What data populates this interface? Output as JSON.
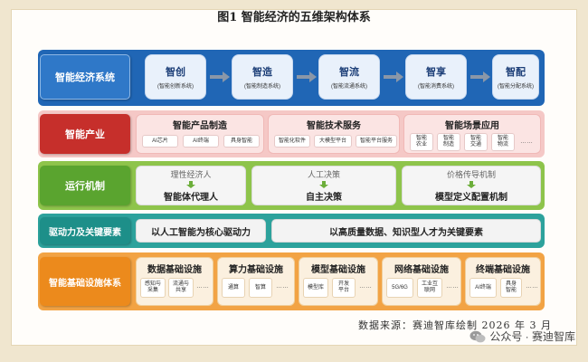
{
  "title": "图1 智能经济的五维架构体系",
  "layers": {
    "system": {
      "label": "智能经济系统",
      "items": [
        {
          "name": "智创",
          "sub": "(智能创新系统)"
        },
        {
          "name": "智造",
          "sub": "(智能制造系统)"
        },
        {
          "name": "智流",
          "sub": "(智能流通系统)"
        },
        {
          "name": "智享",
          "sub": "(智能消费系统)"
        },
        {
          "name": "智配",
          "sub": "(智能分配系统)"
        }
      ]
    },
    "industry": {
      "label": "智能产业",
      "groups": [
        {
          "title": "智能产品制造",
          "items": [
            "AI芯片",
            "AI终端",
            "具身智能"
          ]
        },
        {
          "title": "智能技术服务",
          "items": [
            "智能化软件",
            "大模型平台",
            "智能平台服务"
          ]
        },
        {
          "title": "智能场景应用",
          "items": [
            "智能\n农业",
            "智能\n制造",
            "智能\n交通",
            "智能\n物流"
          ],
          "more": "……"
        }
      ]
    },
    "mechanism": {
      "label": "运行机制",
      "items": [
        {
          "top": "理性经济人",
          "bottom": "智能体代理人"
        },
        {
          "top": "人工决策",
          "bottom": "自主决策"
        },
        {
          "top": "价格传导机制",
          "bottom": "模型定义配置机制"
        }
      ]
    },
    "drivers": {
      "label": "驱动力及关键要素",
      "items": [
        "以人工智能为核心驱动力",
        "以高质量数据、知识型人才为关键要素"
      ]
    },
    "infrastructure": {
      "label": "智能基础设施体系",
      "groups": [
        {
          "title": "数据基础设施",
          "items": [
            "感知与\n采集",
            "流通与\n共享"
          ],
          "more": "……"
        },
        {
          "title": "算力基础设施",
          "items": [
            "通算",
            "智算"
          ],
          "more": "……"
        },
        {
          "title": "模型基础设施",
          "items": [
            "模型库",
            "开发\n平台"
          ],
          "more": "……"
        },
        {
          "title": "网络基础设施",
          "items": [
            "5G/6G",
            "工业互\n联网"
          ],
          "more": "……"
        },
        {
          "title": "终端基础设施",
          "items": [
            "AI终端",
            "具身\n智能"
          ],
          "more": "……"
        }
      ]
    }
  },
  "source": "数据来源：赛迪智库绘制  2026 年 3 月",
  "wechat": "公众号 · 赛迪智库",
  "colors": {
    "system": "#2066b5",
    "industry": "#c62f2b",
    "mechanism": "#5aa42f",
    "drivers": "#1d8f89",
    "infrastructure": "#ec8a1c"
  }
}
